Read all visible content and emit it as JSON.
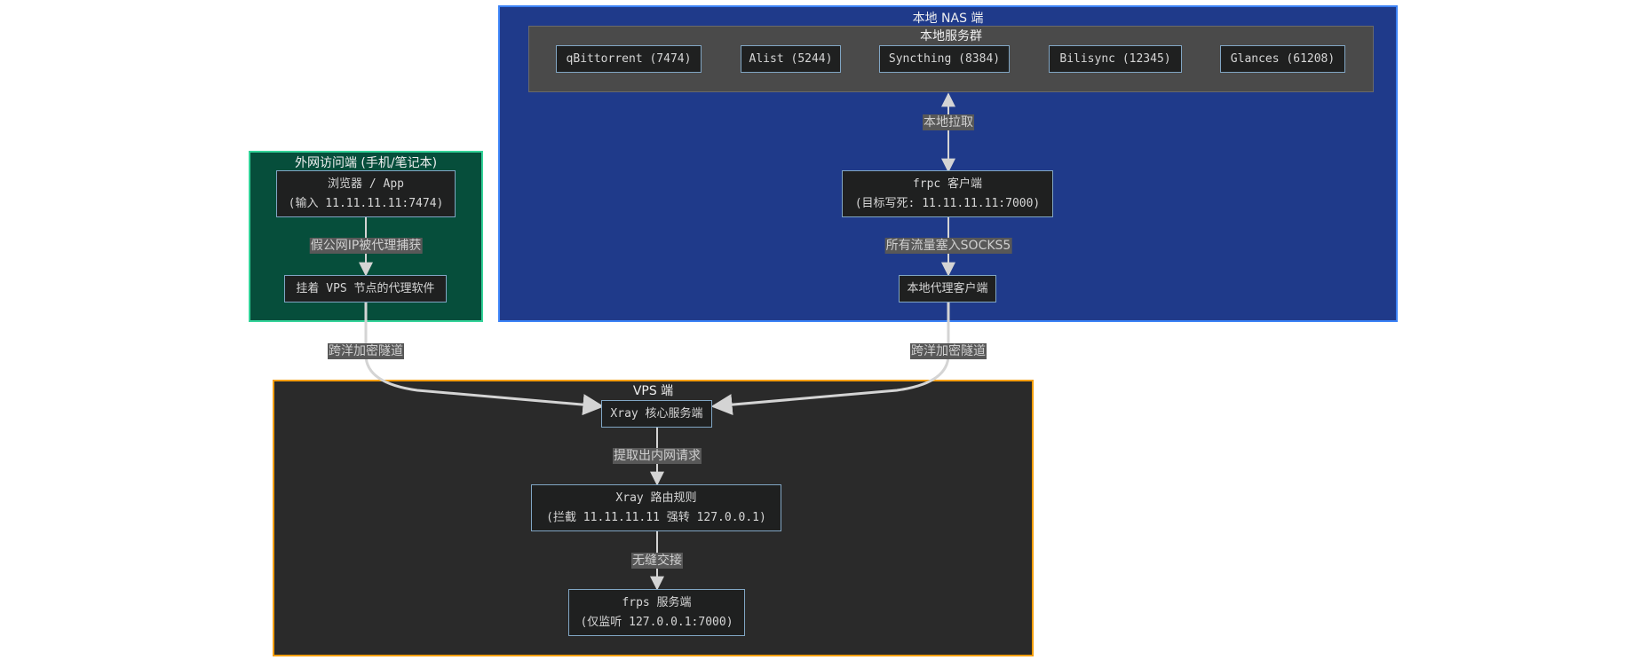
{
  "colors": {
    "nas_bg": "#1f3a8a",
    "nas_border": "#3b82f6",
    "services_bg": "#4a4a4a",
    "client_bg": "#064e3b",
    "client_border": "#34d399",
    "vps_bg": "#2a2a2a",
    "vps_border": "#f59e0b",
    "node_bg": "#1f2020",
    "node_border": "#81a6c4",
    "edge": "#d4d4d4",
    "edge_label_bg": "#585858"
  },
  "clusters": {
    "nas": {
      "title": "本地 NAS 端"
    },
    "services": {
      "title": "本地服务群"
    },
    "client": {
      "title": "外网访问端 (手机/笔记本)"
    },
    "vps": {
      "title": "VPS 端"
    }
  },
  "nodes": {
    "qbittorrent": {
      "lines": [
        "qBittorrent (7474)"
      ]
    },
    "alist": {
      "lines": [
        "Alist (5244)"
      ]
    },
    "syncthing": {
      "lines": [
        "Syncthing (8384)"
      ]
    },
    "bilisync": {
      "lines": [
        "Bilisync (12345)"
      ]
    },
    "glances": {
      "lines": [
        "Glances (61208)"
      ]
    },
    "frpc": {
      "lines": [
        "frpc 客户端",
        "(目标写死: 11.11.11.11:7000)"
      ]
    },
    "local_proxy": {
      "lines": [
        "本地代理客户端"
      ]
    },
    "browser": {
      "lines": [
        "浏览器 / App",
        "(输入 11.11.11.11:7474)"
      ]
    },
    "proxy_software": {
      "lines": [
        "挂着 VPS 节点的代理软件"
      ]
    },
    "xray_core": {
      "lines": [
        "Xray 核心服务端"
      ]
    },
    "xray_routing": {
      "lines": [
        "Xray 路由规则",
        "(拦截 11.11.11.11 强转 127.0.0.1)"
      ]
    },
    "frps": {
      "lines": [
        "frps 服务端",
        "(仅监听 127.0.0.1:7000)"
      ]
    }
  },
  "edges": {
    "local_pull": {
      "label": "本地拉取"
    },
    "socks5": {
      "label": "所有流量塞入SOCKS5"
    },
    "fake_ip": {
      "label": "假公网IP被代理捕获"
    },
    "tunnel_left": {
      "label": "跨洋加密隧道"
    },
    "tunnel_right": {
      "label": "跨洋加密隧道"
    },
    "extract": {
      "label": "提取出内网请求"
    },
    "seamless": {
      "label": "无缝交接"
    }
  }
}
